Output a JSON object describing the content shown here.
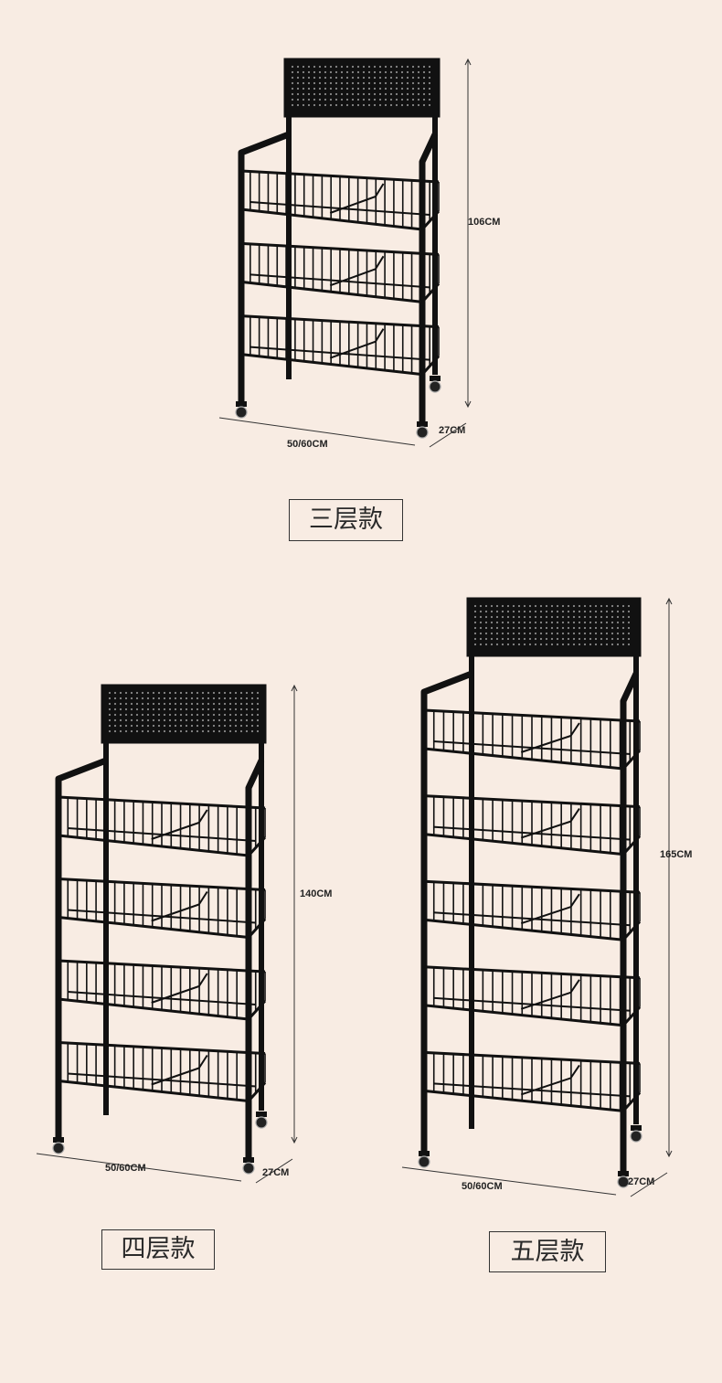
{
  "variants": [
    {
      "label": "三层款",
      "height": "106CM",
      "width": "50/60CM",
      "depth": "27CM",
      "tiers": 3
    },
    {
      "label": "四层款",
      "height": "140CM",
      "width": "50/60CM",
      "depth": "27CM",
      "tiers": 4
    },
    {
      "label": "五层款",
      "height": "165CM",
      "width": "50/60CM",
      "depth": "27CM",
      "tiers": 5
    }
  ],
  "colors": {
    "background": "#f8ece3",
    "frame": "#111111",
    "text": "#222222"
  }
}
